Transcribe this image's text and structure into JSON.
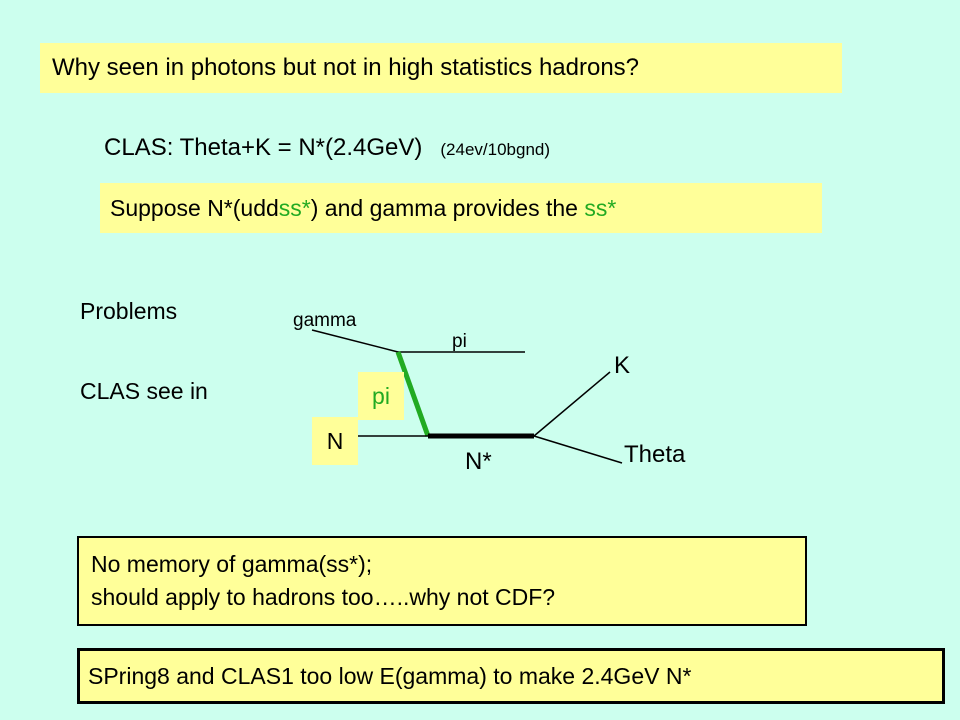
{
  "title": "Why seen in photons but not in high statistics hadrons?",
  "clas_line": {
    "main": "CLAS: Theta+K = N*(2.4GeV)",
    "note": "(24ev/10bgnd)"
  },
  "suppose": {
    "pre": "Suppose N*(udd",
    "green1": "ss*",
    "mid": ") and gamma provides the ",
    "green2": "ss*"
  },
  "problems_label": "Problems",
  "clas_see_label": "CLAS see in",
  "diagram": {
    "gamma": "gamma",
    "pi_top": "pi",
    "pi_exchange": "pi",
    "n": "N",
    "n_star": "N*",
    "k": "K",
    "theta": "Theta"
  },
  "memory": {
    "line1": "No memory of gamma(ss*);",
    "line2": "should apply to hadrons too…..why not CDF?"
  },
  "spring": "SPring8 and CLAS1 too low E(gamma) to make 2.4GeV N*",
  "colors": {
    "background": "#ccffee",
    "highlight": "#ffff99",
    "green": "#22aa22"
  }
}
